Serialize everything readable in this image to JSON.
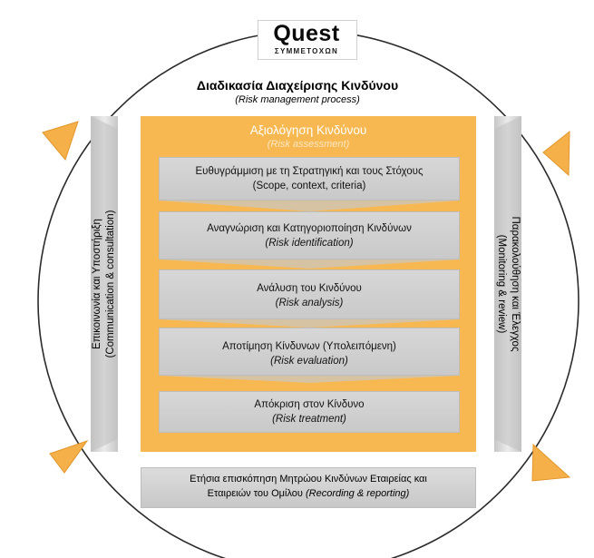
{
  "logo": {
    "name": "Quest",
    "subtitle": "ΣΥΜΜΕΤΟΧΩΝ"
  },
  "header": {
    "title": "Διαδικασία Διαχείρισης Κινδύνου",
    "subtitle": "(Risk management process)"
  },
  "assessment": {
    "title": "Αξιολόγηση Κινδύνου",
    "subtitle": "(Risk assessment)"
  },
  "steps": [
    {
      "line1": "Ευθυγράμμιση με τη Στρατηγική και τους Στόχους",
      "line2": "(Scope, context, criteria)"
    },
    {
      "line1": "Αναγνώριση και Κατηγοριοποίηση Κινδύνων",
      "line2": "(Risk identification)"
    },
    {
      "line1": "Ανάλυση του Κινδύνου",
      "line2": "(Risk analysis)"
    },
    {
      "line1": "Αποτίμηση Κίνδυνων (Υπολειπόμενη)",
      "line2": "(Risk evaluation)"
    },
    {
      "line1": "Απόκριση στον Κίνδυνο",
      "line2": "(Risk treatment)"
    }
  ],
  "left_bar": {
    "line1": "Επικοινωνία και Υποστήριξη",
    "line2": "(Communication & consultation)"
  },
  "right_bar": {
    "line1": "Παρακολούθηση και Έλεγχος",
    "line2": "(Monitoring & review)"
  },
  "recording": {
    "line1": "Ετήσια επισκόπηση Μητρώου Κινδύνων Εταιρείας και",
    "line2_plain": "Εταιρειών του Ομίλου ",
    "line2_italic": "(Recording & reporting)"
  },
  "colors": {
    "orange_panel": "#f8b851",
    "arrow": "#f5b04a",
    "box_grey": "#cfcfcf"
  }
}
